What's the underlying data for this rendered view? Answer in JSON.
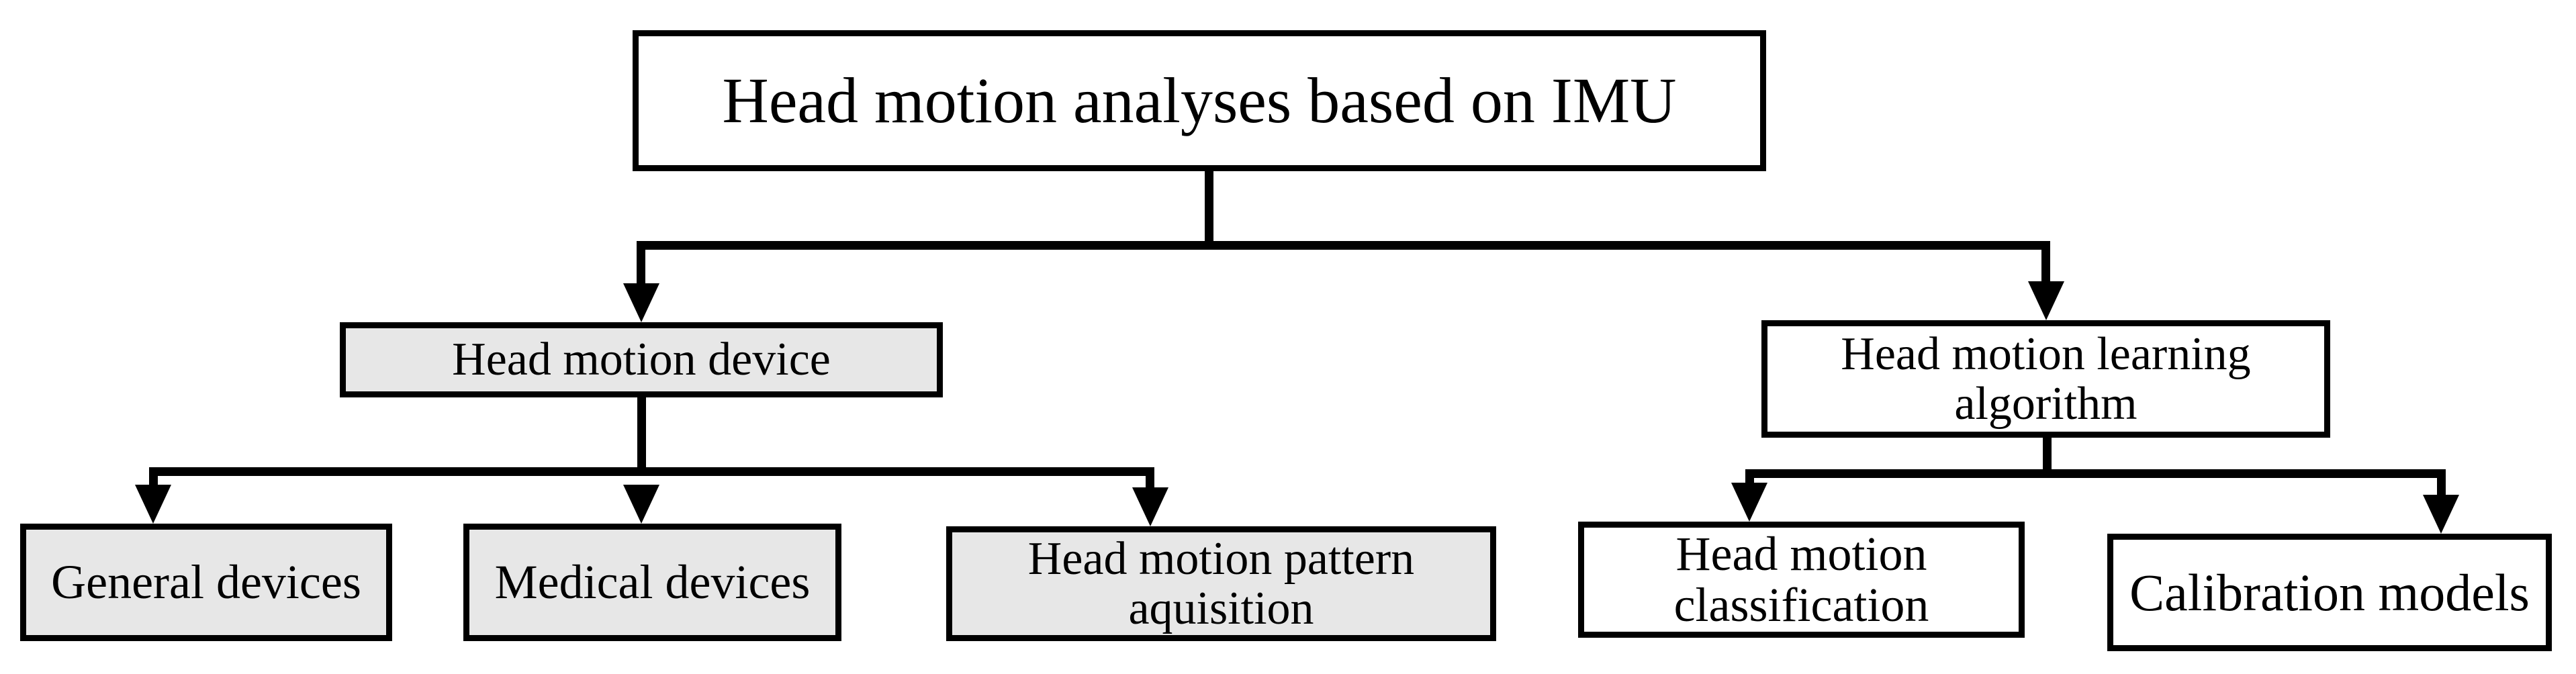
{
  "figure": {
    "type": "flowchart",
    "root": {
      "label": "Head motion analyses based on IMU"
    },
    "level2": [
      {
        "id": "device",
        "label": "Head motion device"
      },
      {
        "id": "learning",
        "label": "Head motion learning algorithm"
      }
    ],
    "level3": [
      {
        "id": "general",
        "label": "General devices"
      },
      {
        "id": "medical",
        "label": "Medical devices"
      },
      {
        "id": "pattern",
        "label": "Head motion pattern aquisition"
      },
      {
        "id": "classification",
        "label": "Head motion classification"
      },
      {
        "id": "calibration",
        "label": "Calibration models"
      }
    ],
    "colors": {
      "box_fill_gray": "#e7e7e7",
      "box_fill_white": "#ffffff",
      "line_color": "#000000"
    }
  }
}
